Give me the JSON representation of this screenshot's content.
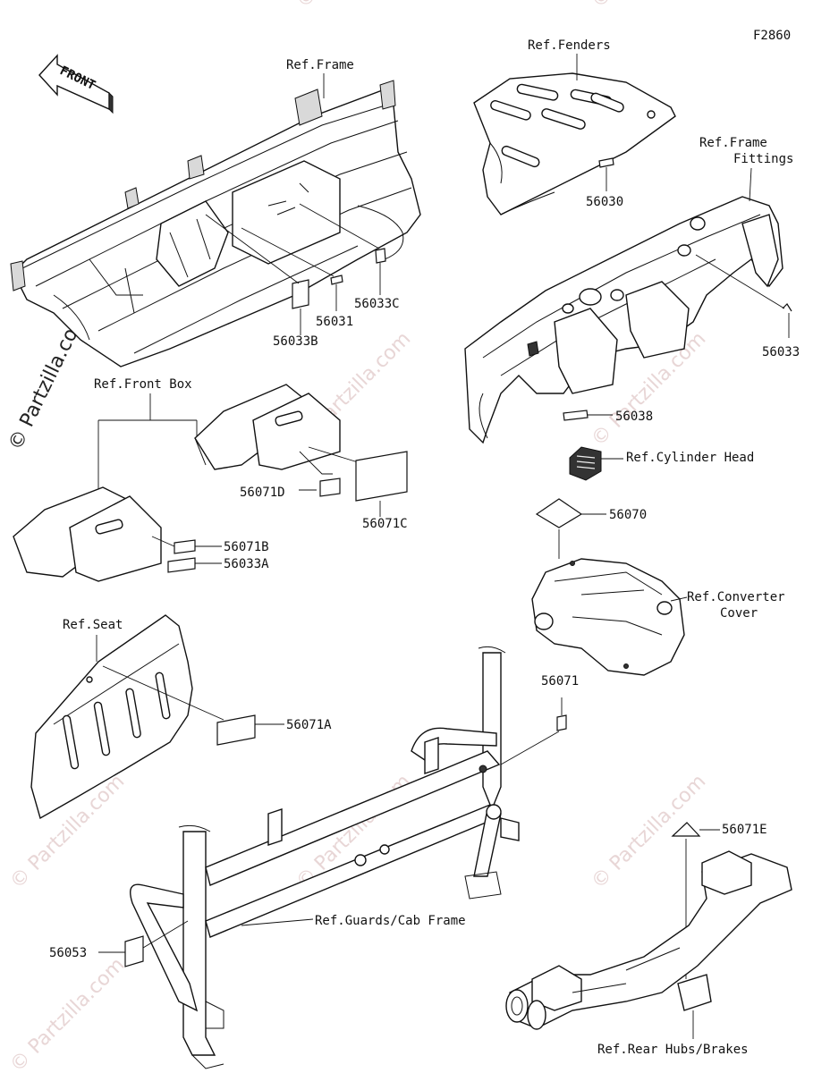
{
  "diagram": {
    "figure_code": "F2860",
    "front_arrow_label": "FRONT",
    "watermarks": [
      "© Partzilla.com",
      "© Partzilla.com",
      "© Partzilla.com",
      "© Partzilla.com",
      "© Partzilla.com",
      "© Partzilla.com",
      "© Partzilla.com",
      "© Partzilla.com"
    ],
    "copyright_side": "© Partzilla.com",
    "references": {
      "frame": "Ref.Frame",
      "fenders": "Ref.Fenders",
      "frame_fittings_1": "Ref.Frame",
      "frame_fittings_2": "Fittings",
      "front_box": "Ref.Front Box",
      "cylinder_head": "Ref.Cylinder Head",
      "converter_cover_1": "Ref.Converter",
      "converter_cover_2": "Cover",
      "seat": "Ref.Seat",
      "guards_cab_frame": "Ref.Guards/Cab Frame",
      "rear_hubs_brakes": "Ref.Rear Hubs/Brakes"
    },
    "parts": {
      "p56033B": "56033B",
      "p56031": "56031",
      "p56033C": "56033C",
      "p56030": "56030",
      "p56033": "56033",
      "p56038": "56038",
      "p56071D": "56071D",
      "p56071C": "56071C",
      "p56071B": "56071B",
      "p56033A": "56033A",
      "p56070": "56070",
      "p56071": "56071",
      "p56071A": "56071A",
      "p56053": "56053",
      "p56071E": "56071E"
    }
  }
}
